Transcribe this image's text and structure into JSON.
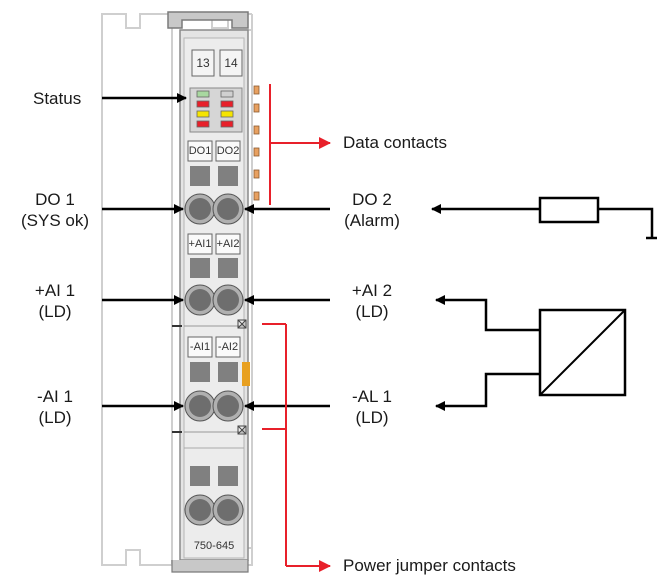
{
  "module": {
    "model": "750-645",
    "top_connectors": [
      "13",
      "14"
    ],
    "slot_labels_row1": [
      "DO1",
      "DO2"
    ],
    "slot_labels_row2": [
      "+AI1",
      "+AI2"
    ],
    "slot_labels_row3": [
      "-AI1",
      "-AI2"
    ]
  },
  "labels": {
    "status": "Status",
    "data_contacts": "Data contacts",
    "do1": "DO 1",
    "do1_sub": "(SYS ok)",
    "do2": "DO 2",
    "do2_sub": "(Alarm)",
    "ai1_plus": "+AI 1",
    "ai1_plus_sub": "(LD)",
    "ai2_plus": "+AI 2",
    "ai2_plus_sub": "(LD)",
    "ai1_minus": "-AI 1",
    "ai1_minus_sub": "(LD)",
    "al1_minus": "-AL 1",
    "al1_minus_sub": "(LD)",
    "power_jumper": "Power jumper contacts"
  },
  "colors": {
    "housing": "#e4e4e4",
    "terminal": "#808080",
    "arrow": "#000000",
    "highlight": "#e8202a",
    "led_green": "#a8d8a0",
    "led_red": "#e8202a",
    "led_yellow": "#f5e400",
    "contact_orange": "#e8a060"
  }
}
